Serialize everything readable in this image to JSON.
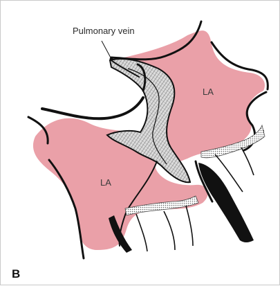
{
  "labels": {
    "pulmonary_vein": "Pulmonary vein",
    "la_upper": "LA",
    "la_lower": "LA",
    "panel_letter": "B"
  },
  "colors": {
    "tissue_pink": "#eaa0a8",
    "outline": "#111111",
    "hatch": "#7a7a7a",
    "background": "#ffffff"
  }
}
